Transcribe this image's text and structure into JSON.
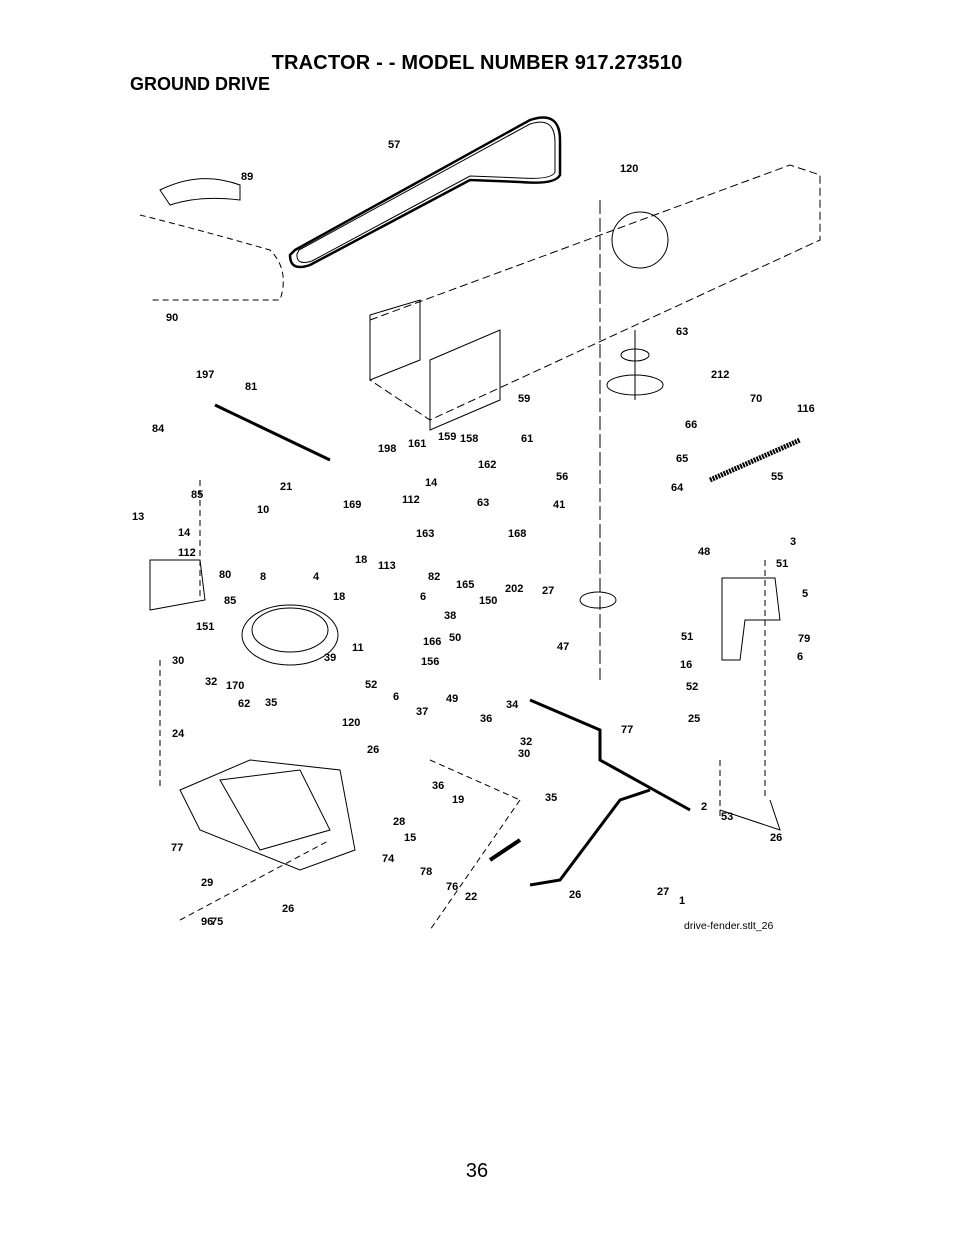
{
  "header": {
    "title": "TRACTOR - - MODEL NUMBER 917.273510",
    "section": "GROUND DRIVE"
  },
  "callouts": [
    "57",
    "120",
    "89",
    "90",
    "63",
    "212",
    "70",
    "116",
    "197",
    "81",
    "84",
    "198",
    "161",
    "159",
    "158",
    "162",
    "59",
    "66",
    "61",
    "65",
    "55",
    "85",
    "21",
    "169",
    "112",
    "14",
    "63",
    "56",
    "64",
    "13",
    "14",
    "112",
    "10",
    "163",
    "168",
    "41",
    "80",
    "85",
    "8",
    "4",
    "18",
    "113",
    "82",
    "165",
    "166",
    "156",
    "50",
    "202",
    "150",
    "48",
    "3",
    "51",
    "5",
    "18",
    "6",
    "38",
    "11",
    "27",
    "151",
    "51",
    "79",
    "6",
    "39",
    "49",
    "47",
    "16",
    "52",
    "30",
    "32",
    "170",
    "62",
    "35",
    "36",
    "34",
    "32",
    "30",
    "52",
    "6",
    "37",
    "120",
    "77",
    "25",
    "24",
    "26",
    "19",
    "28",
    "36",
    "35",
    "2",
    "53",
    "15",
    "26",
    "77",
    "96",
    "74",
    "29",
    "78",
    "76",
    "22",
    "26",
    "27",
    "1",
    "26",
    "75"
  ],
  "footer": {
    "file_ref": "drive-fender.stlt_26",
    "page_number": "36"
  }
}
